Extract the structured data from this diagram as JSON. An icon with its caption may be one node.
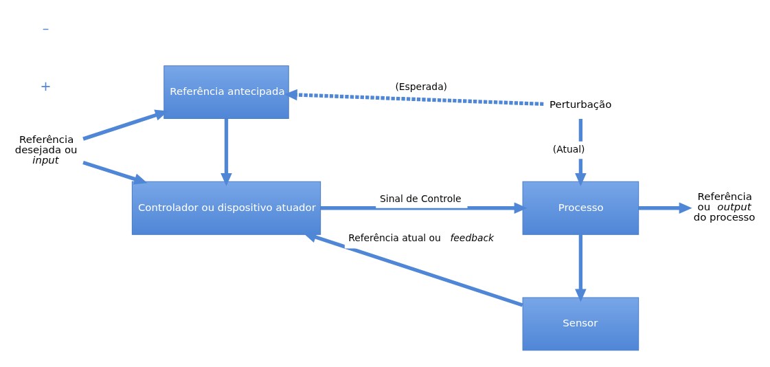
{
  "diagram": {
    "nodes": [
      {
        "text": [
          "Referência antecipada"
        ]
      },
      {
        "text": [
          "Controlador ou dispositivo atuador"
        ]
      },
      {
        "text": [
          "Processo"
        ]
      },
      {
        "text": [
          "Sensor"
        ]
      },
      {
        "text": [
          "Referência desejada ou *input*"
        ]
      },
      {
        "text": [
          "Perturbação"
        ]
      },
      {
        "text": [
          "Referência ou *output* do processo"
        ]
      }
    ],
    "edges": [
      {
        "from": 4,
        "to": 0,
        "arrow": "to"
      },
      {
        "from": 4,
        "to": 1,
        "arrow": "to"
      },
      {
        "from": 5,
        "to": 0,
        "arrow": "to",
        "label": "(Esperada)",
        "style": "dashed"
      },
      {
        "from": 5,
        "to": 2,
        "arrow": "to",
        "label": "(Atual)"
      },
      {
        "from": 0,
        "to": 1,
        "arrow": "to"
      },
      {
        "from": 1,
        "to": 2,
        "arrow": "to",
        "label": "Sinal de Controle"
      },
      {
        "from": 2,
        "to": 6,
        "arrow": "to"
      },
      {
        "from": 2,
        "to": 3,
        "arrow": "to"
      },
      {
        "from": 3,
        "to": 1,
        "arrow": "to",
        "label": "Referência atual ou *feedback*"
      }
    ],
    "labels": [
      "+",
      "–"
    ]
  }
}
